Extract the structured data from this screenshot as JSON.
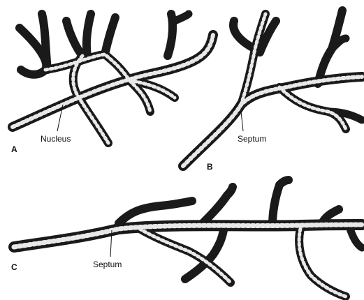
{
  "panels": [
    {
      "letter": "A",
      "label": "Nucleus"
    },
    {
      "letter": "B",
      "label": "Septum"
    },
    {
      "letter": "C",
      "label": "Septum"
    }
  ],
  "colors": {
    "hypha_outline": "#1a1a1a",
    "hypha_granules": "#e8e8e8",
    "background": "#ffffff"
  }
}
